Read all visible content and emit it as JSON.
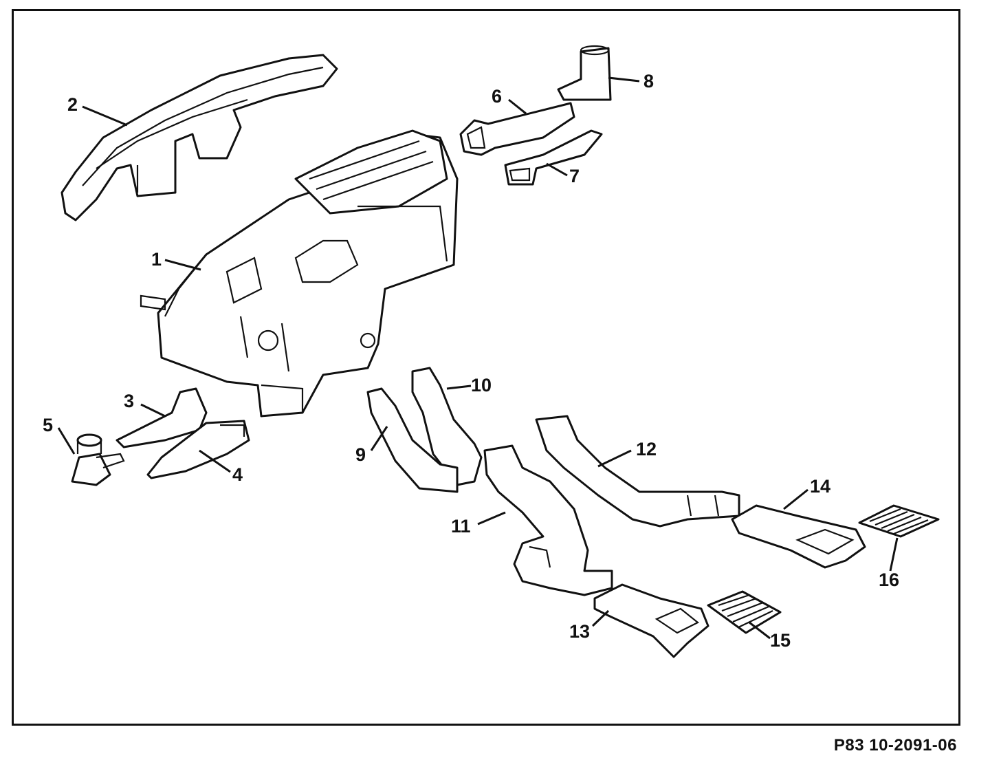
{
  "diagram": {
    "reference_code": "P83 10-2091-06",
    "callouts": [
      {
        "id": "1",
        "label": "1"
      },
      {
        "id": "2",
        "label": "2"
      },
      {
        "id": "3",
        "label": "3"
      },
      {
        "id": "4",
        "label": "4"
      },
      {
        "id": "5",
        "label": "5"
      },
      {
        "id": "6",
        "label": "6"
      },
      {
        "id": "7",
        "label": "7"
      },
      {
        "id": "8",
        "label": "8"
      },
      {
        "id": "9",
        "label": "9"
      },
      {
        "id": "10",
        "label": "10"
      },
      {
        "id": "11",
        "label": "11"
      },
      {
        "id": "12",
        "label": "12"
      },
      {
        "id": "13",
        "label": "13"
      },
      {
        "id": "14",
        "label": "14"
      },
      {
        "id": "15",
        "label": "15"
      },
      {
        "id": "16",
        "label": "16"
      }
    ]
  }
}
